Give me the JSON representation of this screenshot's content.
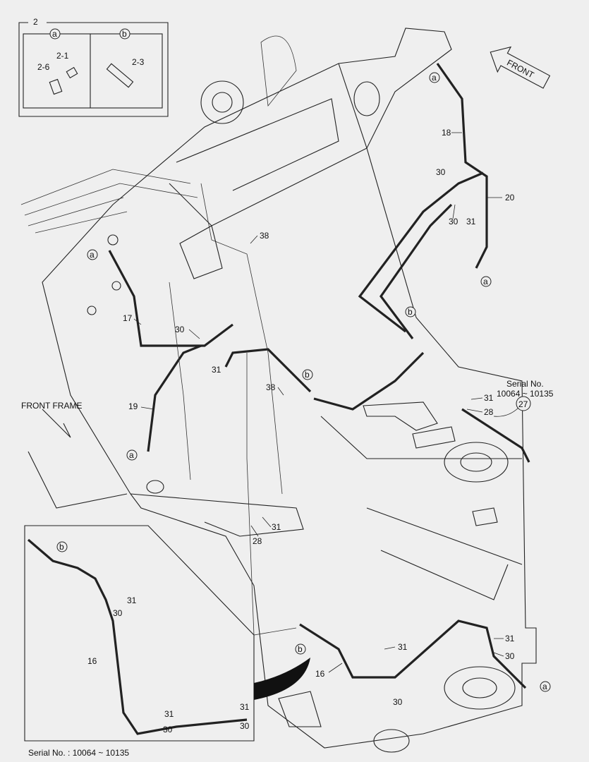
{
  "inset_top": {
    "group": "2",
    "panel_a": "a",
    "panel_b": "b",
    "parts": [
      "2-1",
      "2-6",
      "2-3"
    ]
  },
  "front_arrow": "FRONT",
  "front_frame_label": "FRONT FRAME",
  "serial_note": {
    "title": "Serial No.",
    "range": "10064 ~ 10135",
    "ref": "27"
  },
  "inset_bottom_caption": "Serial No. : 10064 ~ 10135",
  "callouts": {
    "main": [
      "18",
      "20",
      "30",
      "30",
      "31",
      "38",
      "17",
      "30",
      "31",
      "19",
      "38",
      "31",
      "28",
      "31",
      "28",
      "16",
      "31",
      "30",
      "30",
      "31"
    ],
    "circled": [
      "a",
      "a",
      "a",
      "a",
      "b",
      "b",
      "b",
      "a"
    ],
    "inset": [
      "b",
      "31",
      "30",
      "16",
      "31",
      "30",
      "31",
      "30"
    ]
  }
}
